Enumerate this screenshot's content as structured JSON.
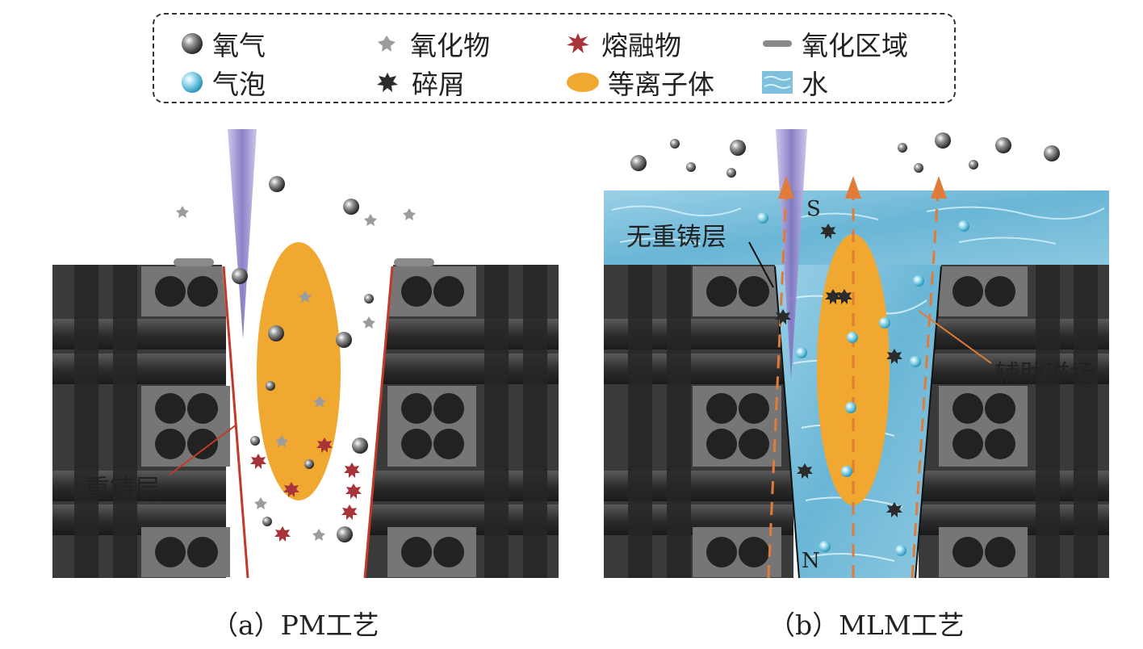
{
  "legend": {
    "items": [
      {
        "label": "氧气",
        "icon": "oxygen-ball-icon"
      },
      {
        "label": "氧化物",
        "icon": "oxide-particle-icon"
      },
      {
        "label": "熔融物",
        "icon": "molten-particle-icon"
      },
      {
        "label": "氧化区域",
        "icon": "oxide-region-icon"
      },
      {
        "label": "气泡",
        "icon": "bubble-icon"
      },
      {
        "label": "碎屑",
        "icon": "debris-icon"
      },
      {
        "label": "等离子体",
        "icon": "plasma-icon"
      },
      {
        "label": "水",
        "icon": "water-icon"
      }
    ]
  },
  "panel_a": {
    "caption": "（a）PM工艺",
    "recast_label": "重铸层"
  },
  "panel_b": {
    "caption": "（b）MLM工艺",
    "no_recast_label": "无重铸层",
    "magnetic_label": "辅助磁场",
    "pole_s": "S",
    "pole_n": "N"
  },
  "colors": {
    "block_dark": "#2a2a2a",
    "block_mid": "#4d4d4d",
    "cell_gray": "#767676",
    "recast_red": "#c0392b",
    "plasma": "#f0a830",
    "water": "#7fc1dc",
    "laser": "#9b8ec9",
    "field_arrow": "#e07b39"
  }
}
